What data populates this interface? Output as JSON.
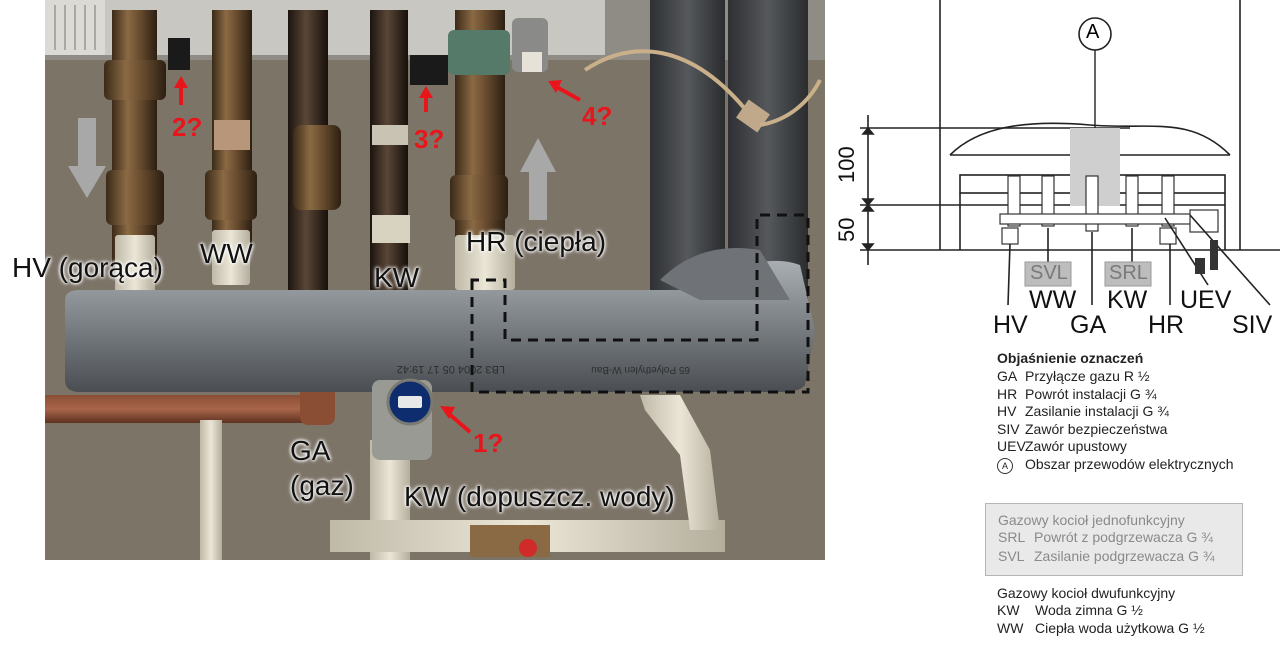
{
  "photo": {
    "labels": {
      "hv": "HV (gorąca)",
      "ww": "WW",
      "kw": "KW",
      "hr": "HR (ciepła)",
      "ga": "GA\n(gaz)",
      "kw_full": "KW (dopuszcz. wody)"
    },
    "markers": {
      "m1": "1?",
      "m2": "2?",
      "m3": "3?",
      "m4": "4?"
    },
    "pipe_print": {
      "left": "LB3  2004 05 17 19:42",
      "right": "65  Polyethylen  W-Bau"
    },
    "colors": {
      "marker": "#e8161b",
      "arrow_gray": "#a8a8a8",
      "dashed": "#111111"
    }
  },
  "schematic": {
    "zone_marker": "A",
    "dimensions": {
      "top": "100",
      "bottom": "50"
    },
    "gray_tags": {
      "svl": "SVL",
      "srl": "SRL"
    },
    "labels": {
      "hv": "HV",
      "ww": "WW",
      "ga": "GA",
      "kw": "KW",
      "hr": "HR",
      "uev": "UEV",
      "siv": "SIV"
    }
  },
  "legend": {
    "title": "Objaśnienie oznaczeń",
    "rows": [
      {
        "code": "GA",
        "desc": "Przyłącze gazu R ½"
      },
      {
        "code": "HR",
        "desc": "Powrót instalacji G ¾"
      },
      {
        "code": "HV",
        "desc": "Zasilanie instalacji G ¾"
      },
      {
        "code": "SIV",
        "desc": "Zawór bezpieczeństwa"
      },
      {
        "code": "UEV",
        "desc": "Zawór upustowy"
      },
      {
        "code": "A",
        "desc": "Obszar przewodów elektrycznych"
      }
    ],
    "single": {
      "title": "Gazowy kocioł jednofunkcyjny",
      "rows": [
        {
          "code": "SRL",
          "desc": "Powrót z podgrzewacza G ¾"
        },
        {
          "code": "SVL",
          "desc": "Zasilanie podgrzewacza G ¾"
        }
      ]
    },
    "dual": {
      "title": "Gazowy kocioł dwufunkcyjny",
      "rows": [
        {
          "code": "KW",
          "desc": "Woda zimna G ½"
        },
        {
          "code": "WW",
          "desc": "Ciepła woda użytkowa G ½"
        }
      ]
    }
  }
}
